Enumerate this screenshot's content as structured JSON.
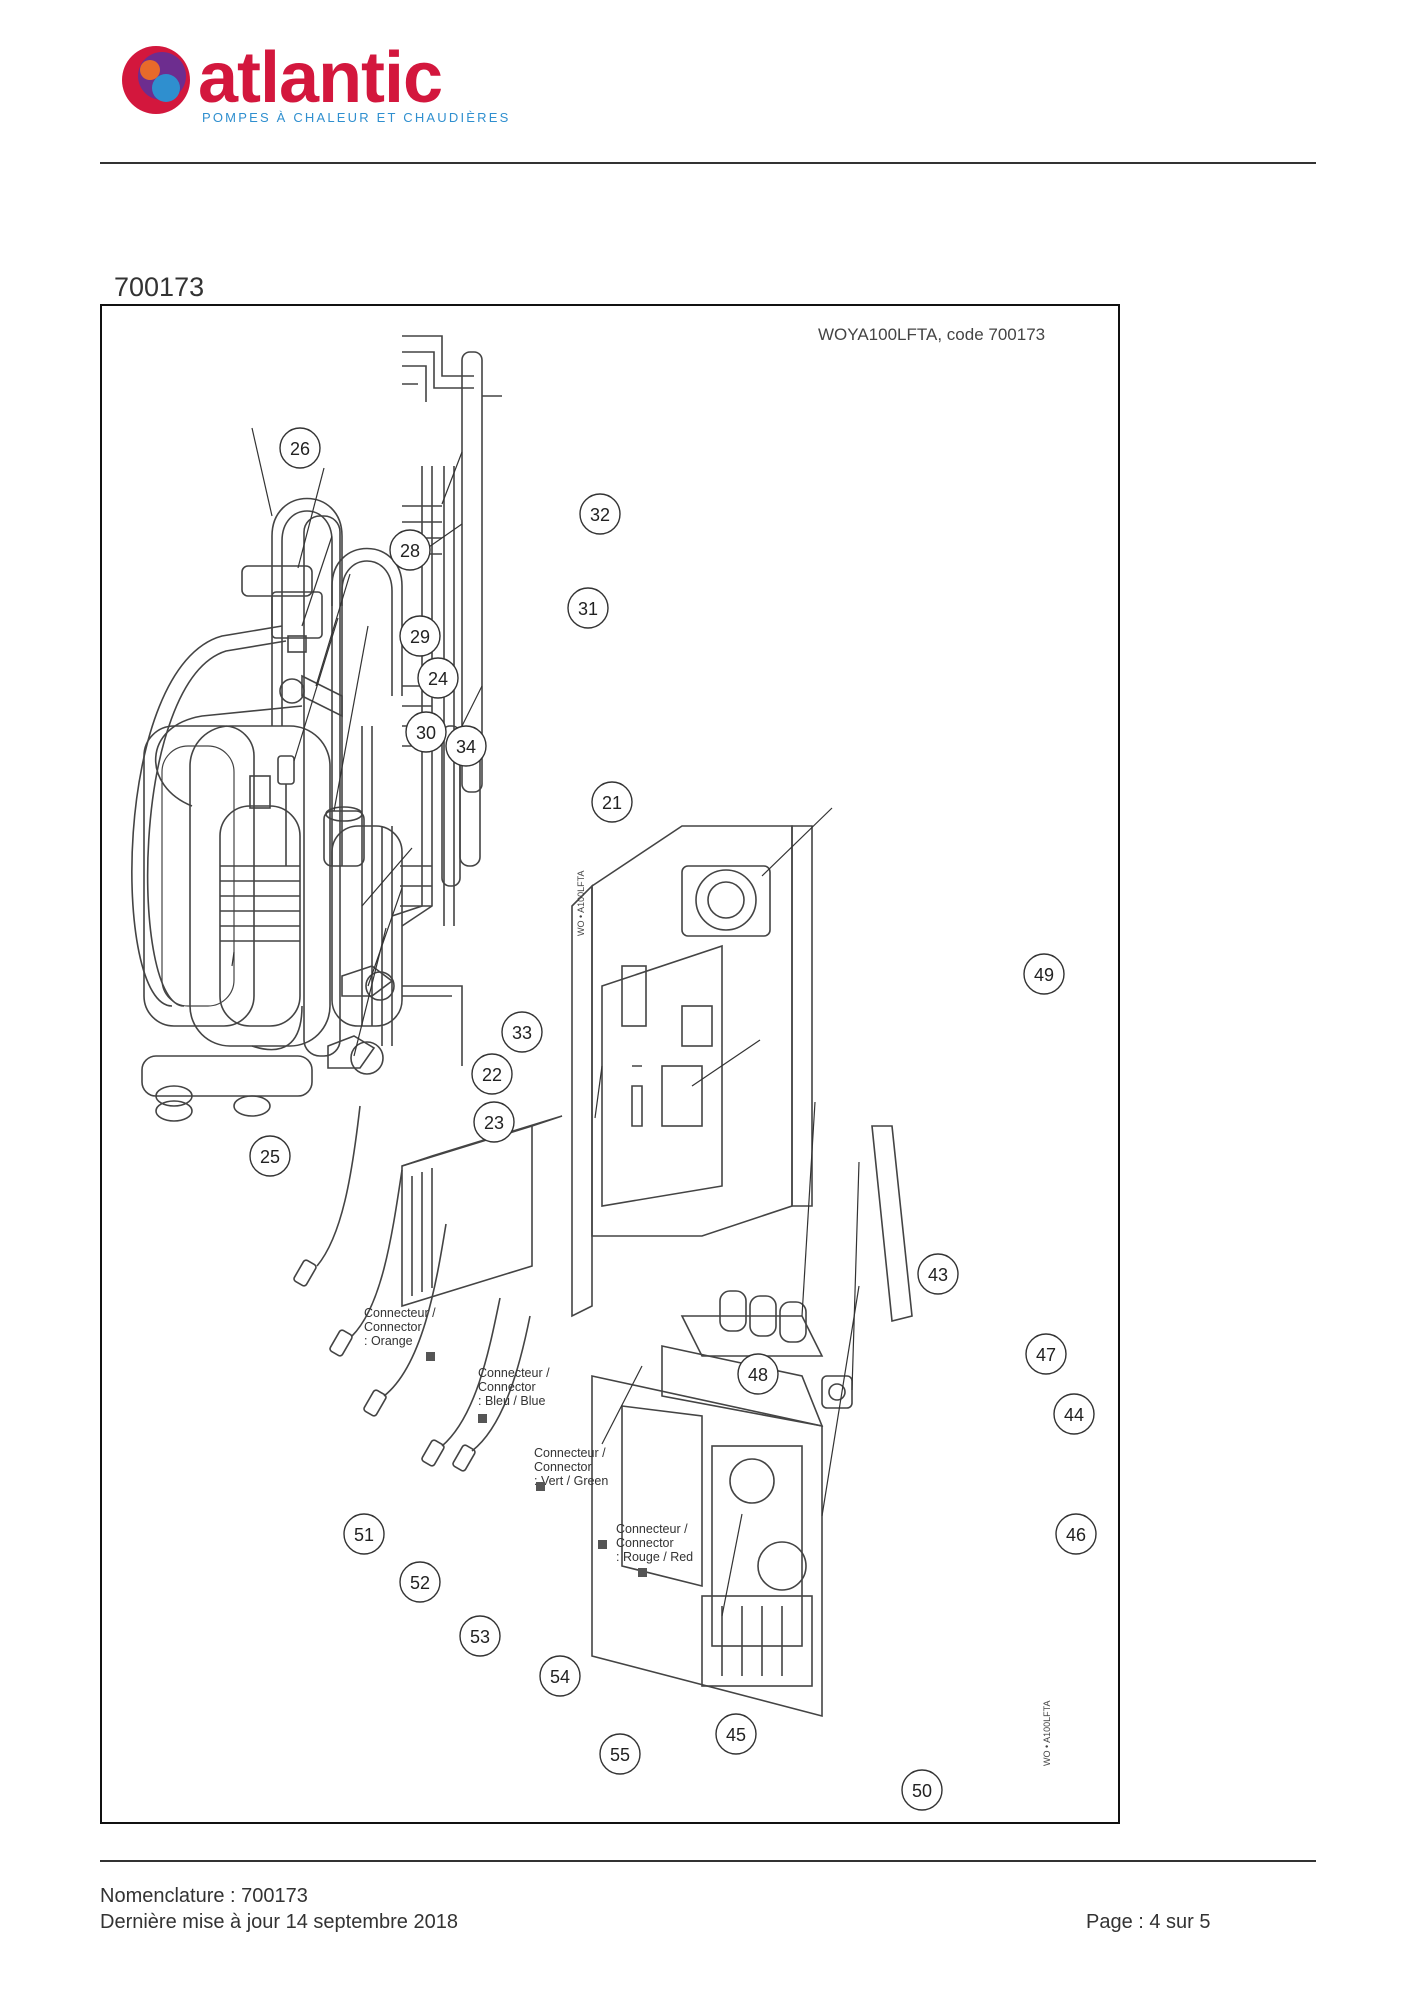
{
  "header": {
    "brand_name": "atlantic",
    "tagline": "POMPES À CHALEUR ET CHAUDIÈRES",
    "brand_color": "#d3173d",
    "logo_colors": [
      "#d3173d",
      "#6d2d8f",
      "#2f8fcf",
      "#e86a2a"
    ]
  },
  "document": {
    "code": "700173",
    "model_label": "WOYA100LFTA, code 700173"
  },
  "diagram": {
    "part_numbers": {
      "p21": "21",
      "p22": "22",
      "p23": "23",
      "p24": "24",
      "p25": "25",
      "p26": "26",
      "p28": "28",
      "p29": "29",
      "p30": "30",
      "p31": "31",
      "p32": "32",
      "p33": "33",
      "p34": "34",
      "p43": "43",
      "p44": "44",
      "p45": "45",
      "p46": "46",
      "p47": "47",
      "p48": "48",
      "p49": "49",
      "p50": "50",
      "p51": "51",
      "p52": "52",
      "p53": "53",
      "p54": "54",
      "p55": "55"
    },
    "stamp_text": "WO • A100LFTA",
    "connectors": {
      "orange": {
        "l1": "Connecteur /",
        "l2": "Connector",
        "l3": ": Orange"
      },
      "blue": {
        "l1": "Connecteur /",
        "l2": "Connector",
        "l3": ": Bleu / Blue"
      },
      "green": {
        "l1": "Connecteur /",
        "l2": "Connector",
        "l3": ": Vert / Green"
      },
      "red": {
        "l1": "Connecteur /",
        "l2": "Connector",
        "l3": ": Rouge / Red"
      }
    }
  },
  "footer": {
    "nomenclature": "Nomenclature : 700173",
    "last_update": "Dernière mise à jour 14 septembre 2018",
    "page": "Page : 4 sur 5"
  }
}
